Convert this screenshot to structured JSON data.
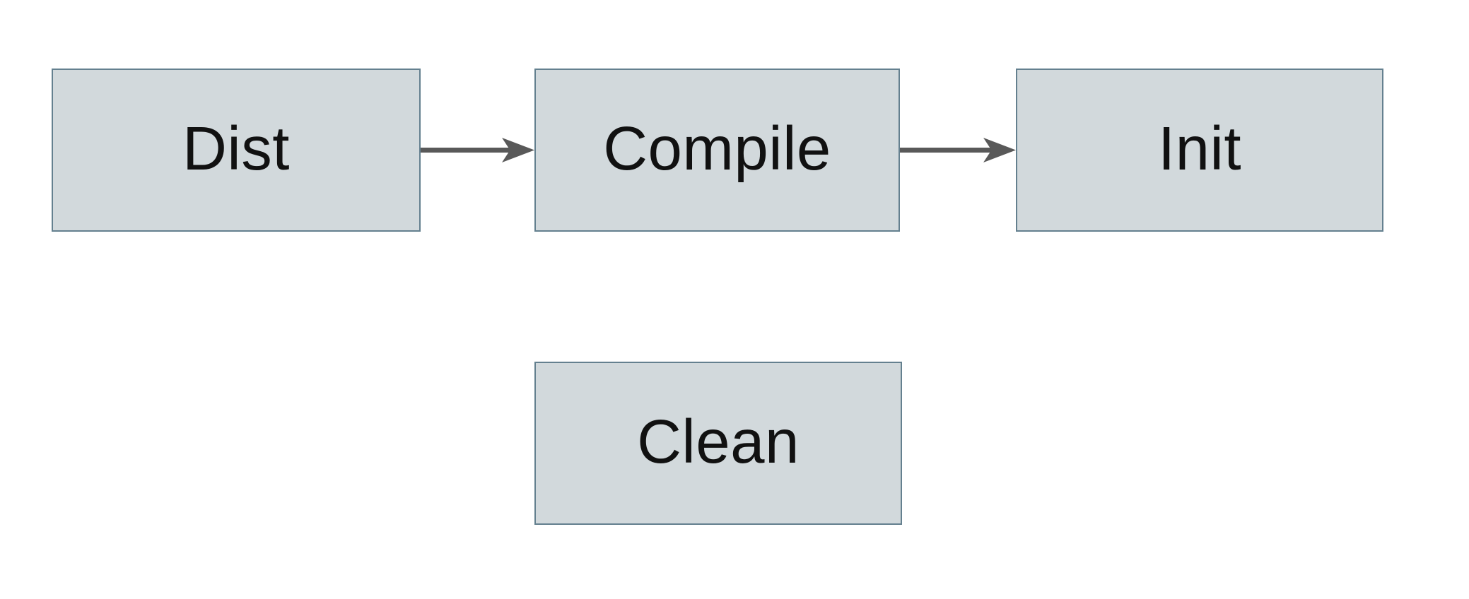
{
  "diagram": {
    "type": "flowchart",
    "nodes": [
      {
        "id": "dist",
        "label": "Dist"
      },
      {
        "id": "compile",
        "label": "Compile"
      },
      {
        "id": "init",
        "label": "Init"
      },
      {
        "id": "clean",
        "label": "Clean"
      }
    ],
    "edges": [
      {
        "from": "dist",
        "to": "compile",
        "style": "arrow"
      },
      {
        "from": "compile",
        "to": "init",
        "style": "arrow"
      }
    ]
  },
  "colors": {
    "node-fill": "#d2d9dc",
    "node-border": "#64808f",
    "arrow": "#595959",
    "label": "#111111",
    "canvas-bg": "#ffffff"
  }
}
